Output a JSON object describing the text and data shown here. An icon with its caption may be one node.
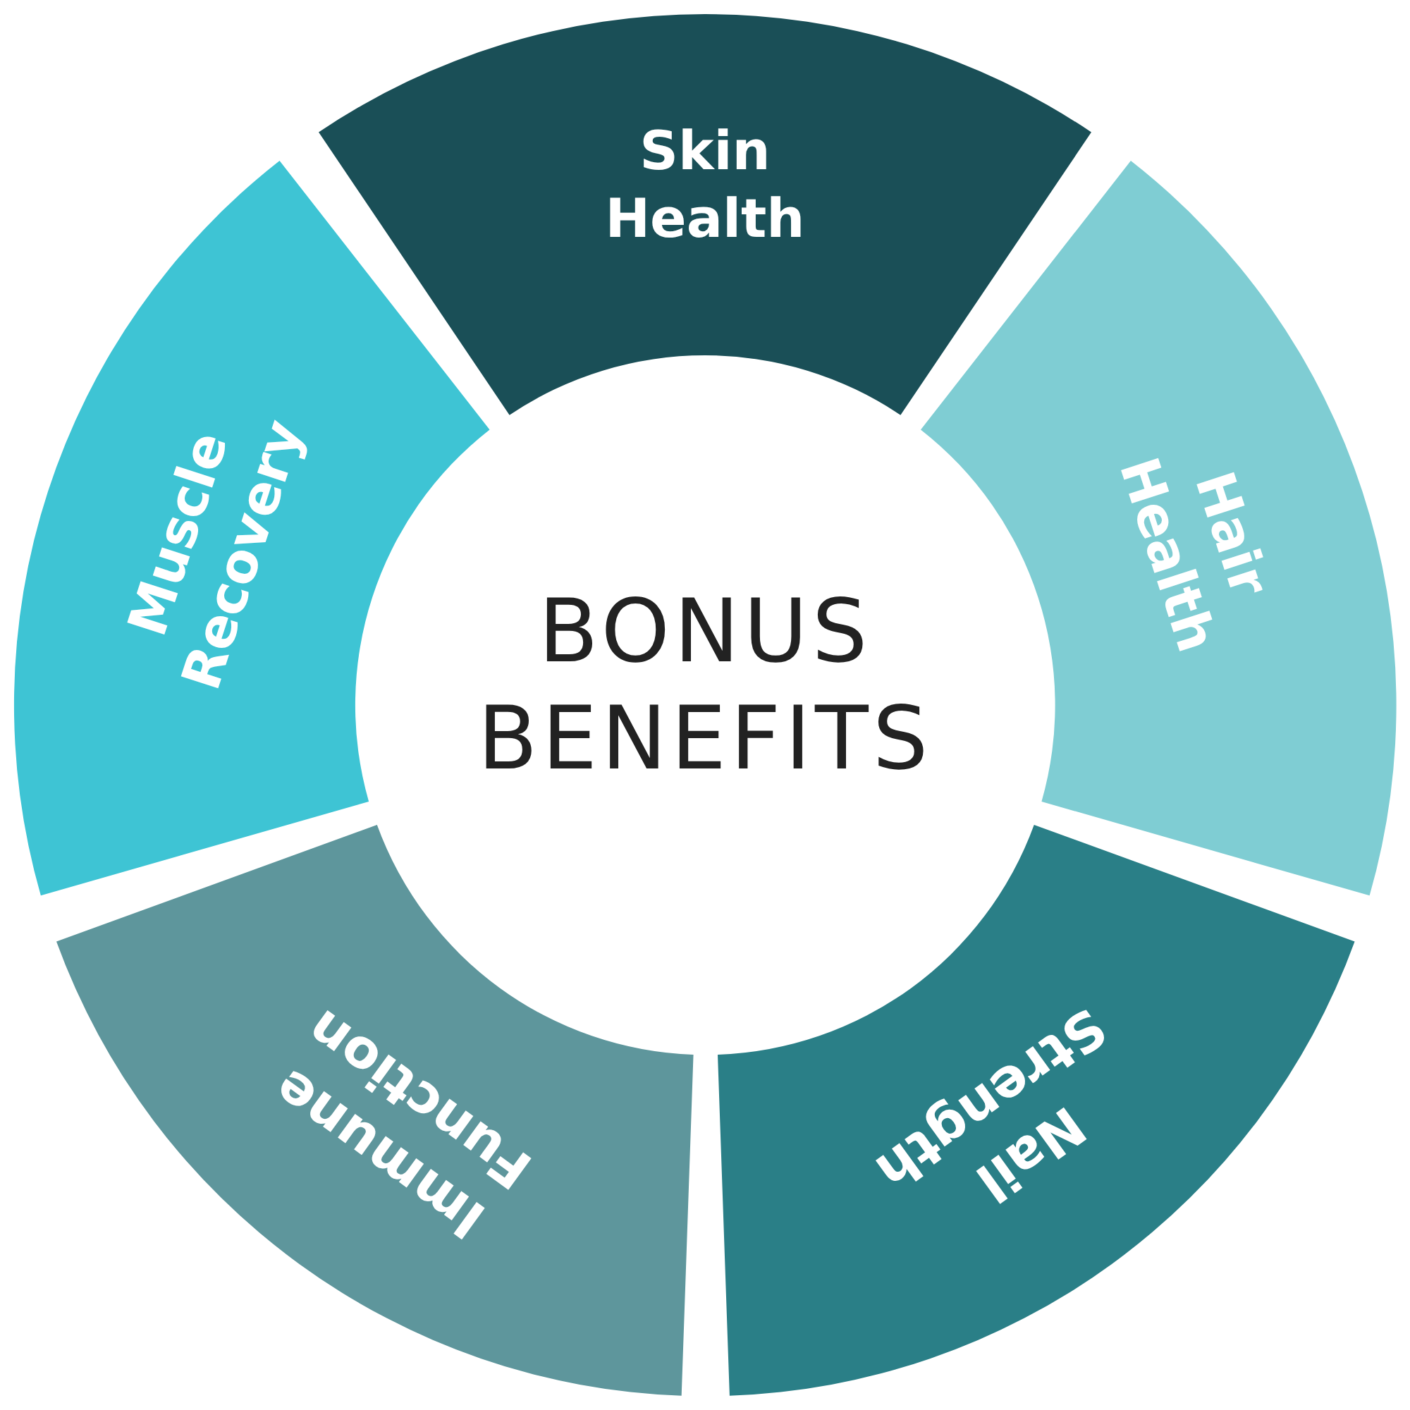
{
  "diagram": {
    "nodes": [
      {
        "text": [
          "BONUS BENEFITS"
        ]
      },
      {
        "text": [
          "Skin Health"
        ]
      },
      {
        "text": [
          "Hair Health"
        ]
      },
      {
        "text": [
          "Nail Strength"
        ]
      },
      {
        "text": [
          "Immune Function"
        ]
      },
      {
        "text": [
          "Muscle Recovery"
        ]
      }
    ]
  }
}
